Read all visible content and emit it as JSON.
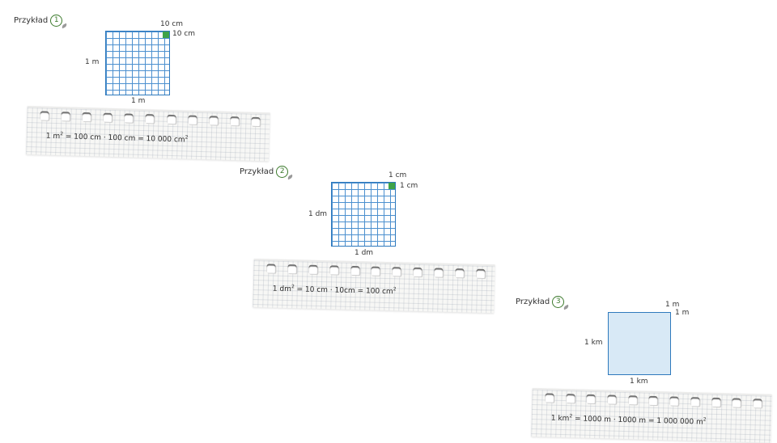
{
  "examples": [
    {
      "label": "Przykład",
      "number": "1",
      "top_label_1": "10 cm",
      "top_label_2": "10 cm",
      "side_label": "1 m",
      "bottom_label": "1 m",
      "formula": {
        "a": "1 m",
        "b": " = 100 cm · 100 cm = 10 000 cm",
        "sup_a": "2",
        "sup_b": "2"
      }
    },
    {
      "label": "Przykład",
      "number": "2",
      "top_label_1": "1 cm",
      "top_label_2": "1 cm",
      "side_label": "1 dm",
      "bottom_label": "1 dm",
      "formula": {
        "a": "1 dm",
        "b": " = 10 cm · 10cm = 100 cm",
        "sup_a": "2",
        "sup_b": "2"
      }
    },
    {
      "label": "Przykład",
      "number": "3",
      "top_label_1": "1 m",
      "top_label_2": "1 m",
      "side_label": "1 km",
      "bottom_label": "1 km",
      "formula": {
        "a": "1 km",
        "b": " = 1000 m · 1000 m = 1 000 000 m",
        "sup_a": "2",
        "sup_b": "2"
      }
    }
  ],
  "colors": {
    "grid_line": "#4c90cf",
    "highlight_cell": "#3fa34a",
    "square_fill": "#d8e9f6",
    "badge": "#3c7a2c"
  }
}
